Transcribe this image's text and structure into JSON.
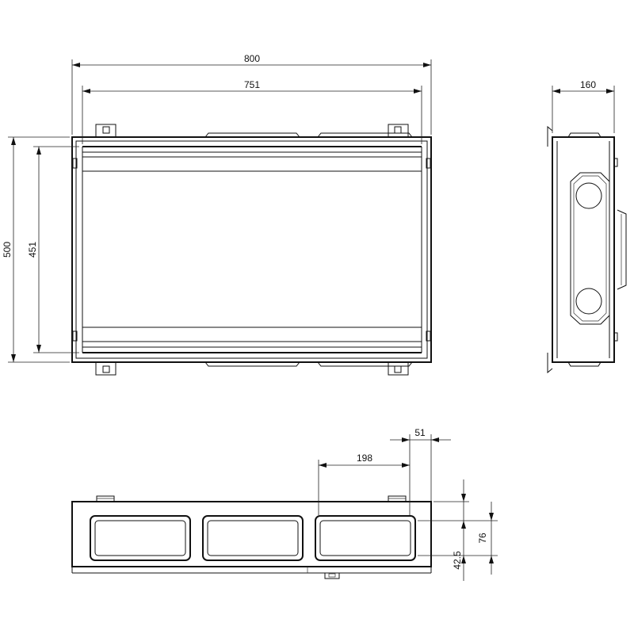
{
  "diagram": {
    "front_view": {
      "overall_width": "800",
      "inner_width": "751",
      "overall_height": "500",
      "inner_height": "451"
    },
    "side_view": {
      "depth": "160"
    },
    "bottom_view": {
      "edge_offset": "51",
      "opening_width": "198",
      "opening_height": "76",
      "depth_offset": "42.5"
    }
  }
}
